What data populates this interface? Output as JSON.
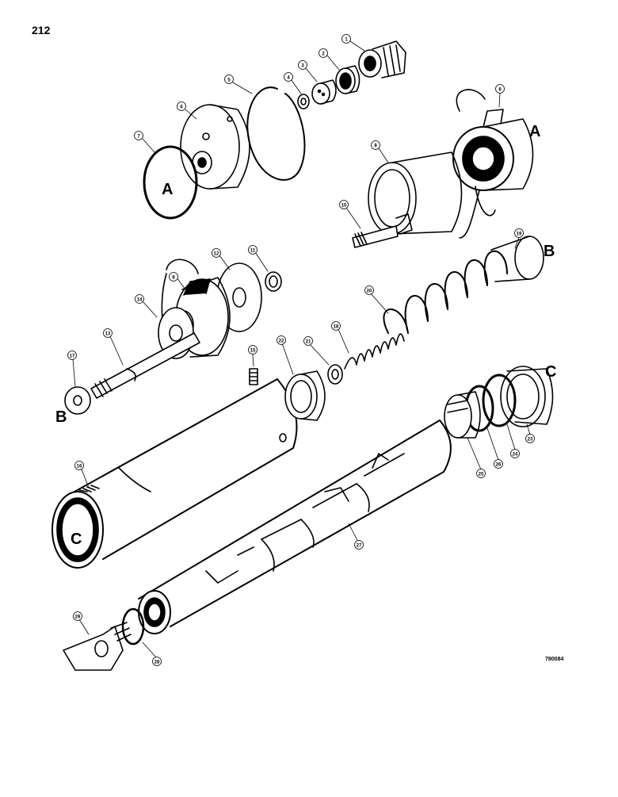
{
  "page_number": "212",
  "reference_code": "780084",
  "section_labels": [
    "A",
    "A",
    "B",
    "B",
    "C",
    "C"
  ],
  "callouts": [
    "1",
    "2",
    "3",
    "4",
    "5",
    "6",
    "7",
    "8",
    "9",
    "10",
    "11",
    "12",
    "13",
    "14",
    "15",
    "16",
    "17",
    "18",
    "19",
    "20",
    "21",
    "22",
    "23",
    "24",
    "25",
    "26",
    "27",
    "28",
    "29",
    "8"
  ]
}
